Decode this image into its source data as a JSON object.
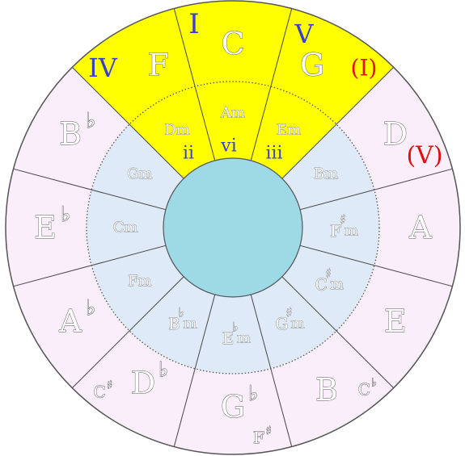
{
  "colors": {
    "major_ring_fill": "#fbeefb",
    "minor_ring_fill": "#deeaf8",
    "highlight_fill": "#ffff00",
    "center_fill": "#9ed9e6",
    "roman_blue": "#3a3fd0",
    "roman_red": "#e01010",
    "line": "#555555"
  },
  "highlighted_keys": [
    "F",
    "C",
    "G"
  ],
  "major_keys": [
    {
      "label": "C"
    },
    {
      "label": "G"
    },
    {
      "label": "D"
    },
    {
      "label": "A"
    },
    {
      "label": "E"
    },
    {
      "label": "B"
    },
    {
      "label": "G",
      "sup": "♭",
      "alt_label": "F",
      "alt_sup": "♯"
    },
    {
      "label": "D",
      "sup": "♭",
      "alt_label": "C",
      "alt_sup": "♯"
    },
    {
      "label": "A",
      "sup": "♭"
    },
    {
      "label": "E",
      "sup": "♭"
    },
    {
      "label": "B",
      "sup": "♭"
    },
    {
      "label": "F"
    }
  ],
  "flat_b_alt": {
    "label": "C",
    "sup": "♭"
  },
  "minor_keys": [
    {
      "label": "Am"
    },
    {
      "label": "Em"
    },
    {
      "label": "Bm"
    },
    {
      "label": "F",
      "sup": "♯",
      "suffix": "m"
    },
    {
      "label": "C",
      "sup": "♯",
      "suffix": "m"
    },
    {
      "label": "G",
      "sup": "♯",
      "suffix": "m"
    },
    {
      "label": "E",
      "sup": "♭",
      "suffix": "m"
    },
    {
      "label": "B",
      "sup": "♭",
      "suffix": "m"
    },
    {
      "label": "Fm"
    },
    {
      "label": "Cm"
    },
    {
      "label": "Gm"
    },
    {
      "label": "Dm"
    }
  ],
  "roman_numerals": {
    "tonic": "I",
    "dominant": "V",
    "subdominant": "IV",
    "relative_minor": "vi",
    "supertonic_minor": "ii",
    "mediant_minor": "iii",
    "g_as_tonic": "(I)",
    "d_as_dominant": "(V)"
  }
}
